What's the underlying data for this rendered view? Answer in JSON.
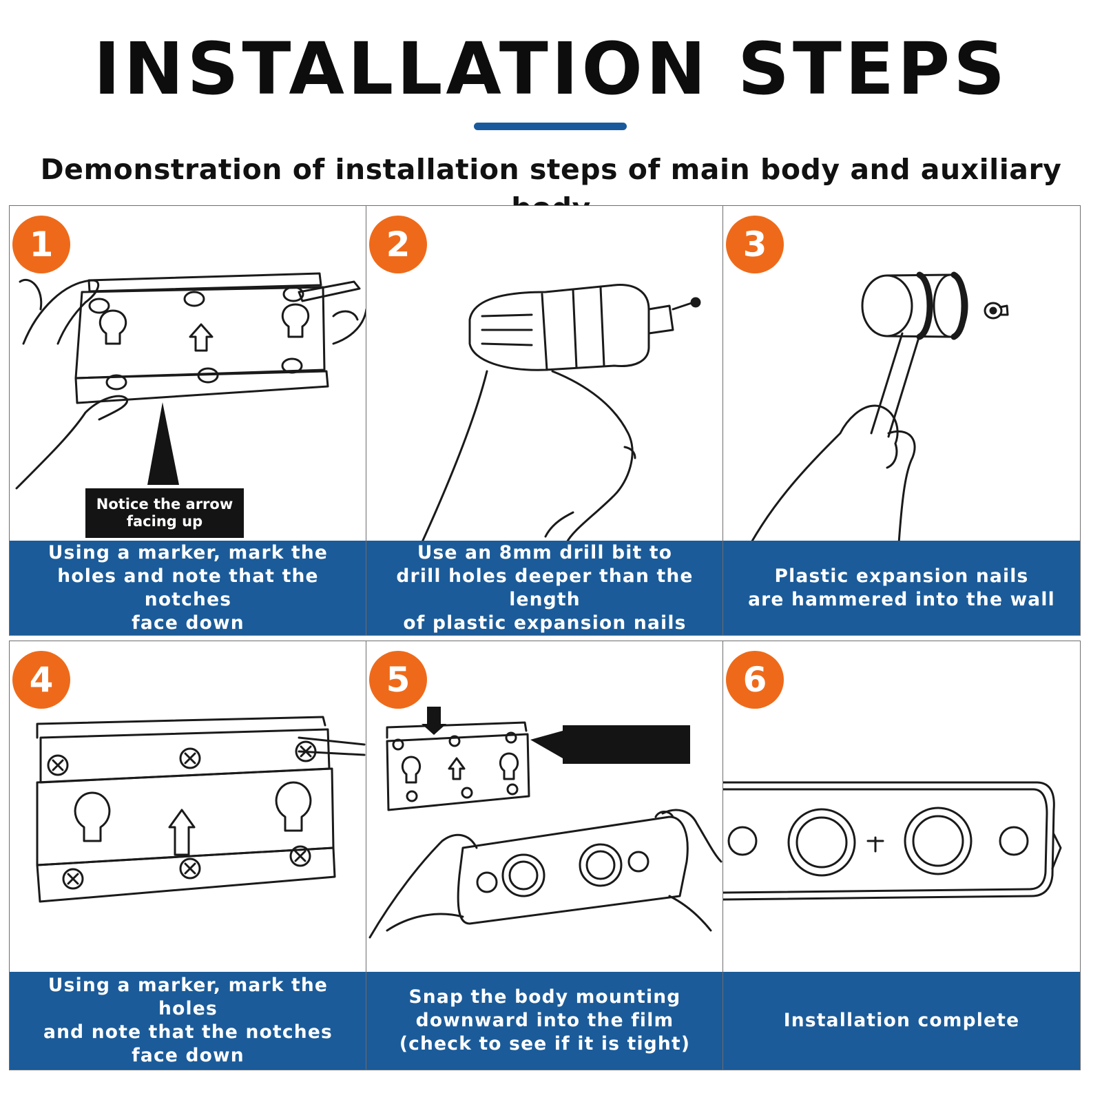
{
  "header": {
    "title": "INSTALLATION STEPS",
    "subtitle": "Demonstration of installation steps of main body and auxiliary body"
  },
  "accent_colors": {
    "badge": "#ee6a1a",
    "caption_bar": "#1b5b99",
    "title_rule": "#1a5a9c"
  },
  "steps": [
    {
      "number": "1",
      "caption": "Using a marker, mark the\nholes and note that the notches\nface down",
      "callout": "Notice the arrow\nfacing up"
    },
    {
      "number": "2",
      "caption": "Use an 8mm drill bit to\ndrill holes deeper than the length\nof plastic expansion nails"
    },
    {
      "number": "3",
      "caption": "Plastic expansion nails\nare hammered into the wall"
    },
    {
      "number": "4",
      "caption": "Using a marker, mark the holes\nand note that the notches\nface down"
    },
    {
      "number": "5",
      "caption": "Snap the body mounting\ndownward into the film\n(check to see if it is tight)"
    },
    {
      "number": "6",
      "caption": "Installation complete"
    }
  ],
  "icons": [
    "bracket-illustration",
    "drill-illustration",
    "hammer-illustration",
    "screwed-bracket-illustration",
    "mounting-illustration",
    "control-panel-illustration"
  ]
}
